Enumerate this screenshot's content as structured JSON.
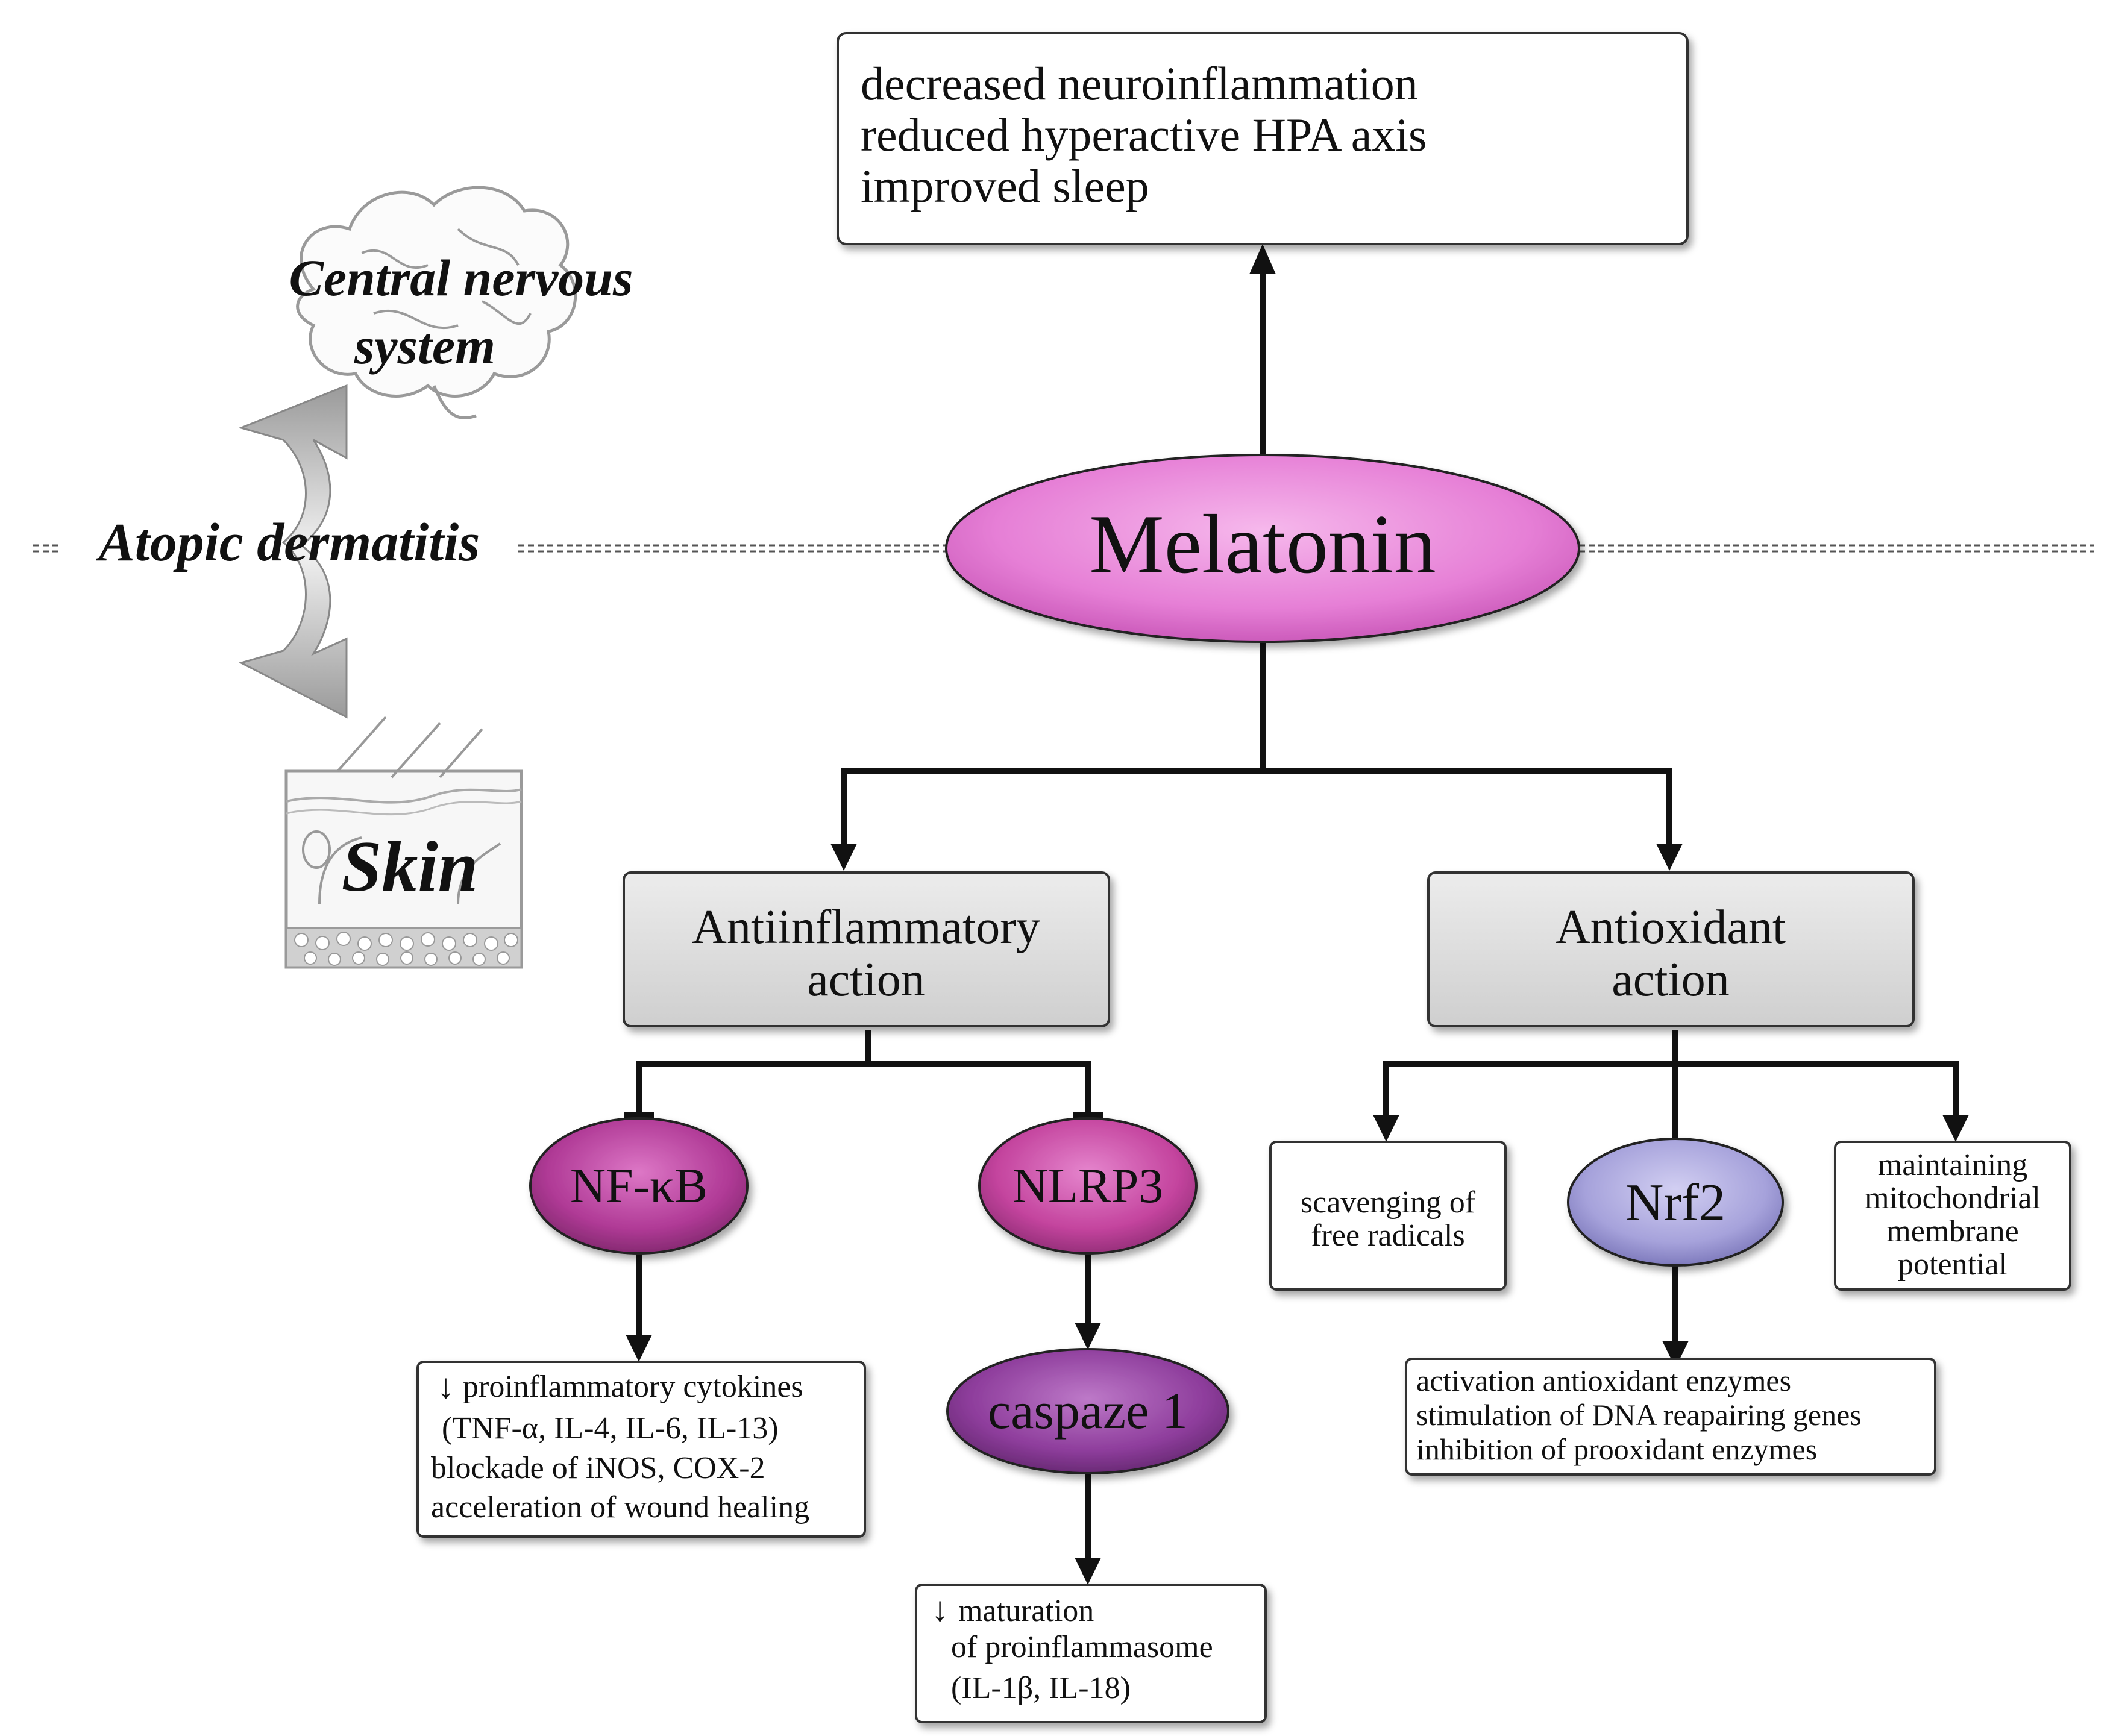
{
  "left_panel": {
    "cns_line1": "Central nervous",
    "cns_line2": "system",
    "atopic": "Atopic dermatitis",
    "skin": "Skin"
  },
  "top_box": {
    "lines": [
      "decreased neuroinflammation",
      "reduced hyperactive HPA axis",
      "improved sleep"
    ]
  },
  "center": {
    "label": "Melatonin"
  },
  "anti_inflammatory": {
    "line1": "Antiinflammatory",
    "line2": "action"
  },
  "antioxidant": {
    "line1": "Antioxidant",
    "line2": "action"
  },
  "nfkb": {
    "label": "NF-κB"
  },
  "nlrp3": {
    "label": "NLRP3"
  },
  "caspase": {
    "label": "caspaze 1"
  },
  "nrf2": {
    "label": "Nrf2"
  },
  "nfkb_effects": {
    "lines": [
      "proinflammatory cytokines",
      "(TNF-α, IL-4, IL-6, IL-13)",
      "blockade of iNOS, COX-2",
      "acceleration of wound healing"
    ]
  },
  "caspase_effects": {
    "lines": [
      "maturation",
      "of proinflammasome",
      "(IL-1β, IL-18)"
    ]
  },
  "scavenging": {
    "lines": [
      "scavenging of",
      "free radicals"
    ]
  },
  "mito": {
    "lines": [
      "maintaining",
      "mitochondrial",
      "membrane",
      "potential"
    ]
  },
  "nrf2_effects": {
    "lines": [
      "activation antioxidant enzymes",
      "stimulation of DNA reapairing genes",
      "inhibition of prooxidant enzymes"
    ]
  },
  "colors": {
    "melatonin": "#e67fd6",
    "nfkb": "#b03a96",
    "nlrp3": "#c4449e",
    "caspase": "#8e3d9c",
    "nrf2": "#a6a2db",
    "action_box": "#d9d9d9"
  }
}
